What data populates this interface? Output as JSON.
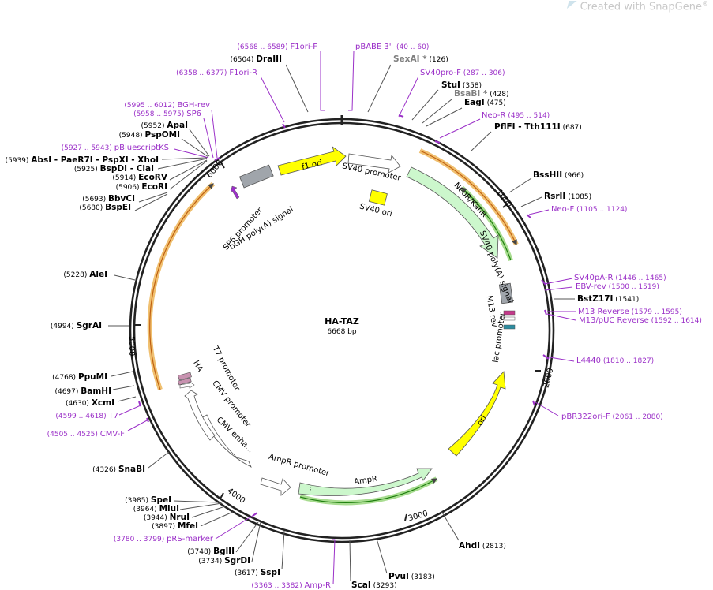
{
  "watermark": {
    "prefix": "Created with ",
    "brand": "SnapGene",
    "reg": "®"
  },
  "plasmid": {
    "name": "HA-TAZ",
    "length_label": "6668 bp",
    "length": 6668
  },
  "ticks": [
    "1000",
    "2000",
    "3000",
    "4000",
    "5000",
    "6000"
  ],
  "colors": {
    "primer": "#9b30c8",
    "enzyme": "#000000",
    "enzyme_gray": "#7f7f7f",
    "ori_yellow": "#ffff00",
    "resistance_green": "#ccf7cc",
    "promoter_white": "#ffffff",
    "polyA_gray": "#a0a5ab",
    "orf_orange": "#f0a030",
    "orf_green": "#60c040"
  },
  "labels": [
    {
      "pos": "(6568 .. 6589)",
      "name": "F1ori-F",
      "kind": "primer"
    },
    {
      "pos": "",
      "name": "pBABE 3'",
      "kind": "primer_name"
    },
    {
      "pos": "(40 .. 60)",
      "name": "",
      "kind": "primer"
    },
    {
      "pos": "(6504)",
      "name": "DraIII",
      "kind": "enzyme"
    },
    {
      "pos": "(126)",
      "name": "SexAI *",
      "kind": "enzyme_gray"
    },
    {
      "pos": "(6358 .. 6377)",
      "name": "F1ori-R",
      "kind": "primer"
    },
    {
      "pos": "(287 .. 306)",
      "name": "SV40pro-F",
      "kind": "primer"
    },
    {
      "pos": "(358)",
      "name": "StuI",
      "kind": "enzyme"
    },
    {
      "pos": "(428)",
      "name": "BsaBI *",
      "kind": "enzyme_gray"
    },
    {
      "pos": "(475)",
      "name": "EagI",
      "kind": "enzyme"
    },
    {
      "pos": "(495 .. 514)",
      "name": "Neo-R",
      "kind": "primer"
    },
    {
      "pos": "(687)",
      "name": "PflFI - Tth111I",
      "kind": "enzyme"
    },
    {
      "pos": "(5995 .. 6012)",
      "name": "BGH-rev",
      "kind": "primer"
    },
    {
      "pos": "(5958 .. 5975)",
      "name": "SP6",
      "kind": "primer"
    },
    {
      "pos": "(5952)",
      "name": "ApaI",
      "kind": "enzyme"
    },
    {
      "pos": "(5948)",
      "name": "PspOMI",
      "kind": "enzyme"
    },
    {
      "pos": "(5927 .. 5943)",
      "name": "pBluescriptKS",
      "kind": "primer"
    },
    {
      "pos": "(5939)",
      "name": "AbsI - PaeR7I - PspXI - XhoI",
      "kind": "enzyme"
    },
    {
      "pos": "(5925)",
      "name": "BspDI - ClaI",
      "kind": "enzyme"
    },
    {
      "pos": "(5914)",
      "name": "EcoRV",
      "kind": "enzyme"
    },
    {
      "pos": "(5906)",
      "name": "EcoRI",
      "kind": "enzyme"
    },
    {
      "pos": "(5693)",
      "name": "BbvCI",
      "kind": "enzyme"
    },
    {
      "pos": "(5680)",
      "name": "BspEI",
      "kind": "enzyme"
    },
    {
      "pos": "(966)",
      "name": "BssHII",
      "kind": "enzyme"
    },
    {
      "pos": "(1085)",
      "name": "RsrII",
      "kind": "enzyme"
    },
    {
      "pos": "(1105 .. 1124)",
      "name": "Neo-F",
      "kind": "primer"
    },
    {
      "pos": "(5228)",
      "name": "AleI",
      "kind": "enzyme"
    },
    {
      "pos": "(1446 .. 1465)",
      "name": "SV40pA-R",
      "kind": "primer"
    },
    {
      "pos": "(1500 .. 1519)",
      "name": "EBV-rev",
      "kind": "primer"
    },
    {
      "pos": "(1541)",
      "name": "BstZ17I",
      "kind": "enzyme"
    },
    {
      "pos": "(1579 .. 1595)",
      "name": "M13 Reverse",
      "kind": "primer"
    },
    {
      "pos": "(1592 .. 1614)",
      "name": "M13/pUC Reverse",
      "kind": "primer"
    },
    {
      "pos": "(4994)",
      "name": "SgrAI",
      "kind": "enzyme"
    },
    {
      "pos": "(1810 .. 1827)",
      "name": "L4440",
      "kind": "primer"
    },
    {
      "pos": "(4768)",
      "name": "PpuMI",
      "kind": "enzyme"
    },
    {
      "pos": "(4697)",
      "name": "BamHI",
      "kind": "enzyme"
    },
    {
      "pos": "(4630)",
      "name": "XcmI",
      "kind": "enzyme"
    },
    {
      "pos": "(4599 .. 4618)",
      "name": "T7",
      "kind": "primer"
    },
    {
      "pos": "(2061 .. 2080)",
      "name": "pBR322ori-F",
      "kind": "primer"
    },
    {
      "pos": "(4505 .. 4525)",
      "name": "CMV-F",
      "kind": "primer"
    },
    {
      "pos": "(4326)",
      "name": "SnaBI",
      "kind": "enzyme"
    },
    {
      "pos": "(3985)",
      "name": "SpeI",
      "kind": "enzyme"
    },
    {
      "pos": "(3964)",
      "name": "MluI",
      "kind": "enzyme"
    },
    {
      "pos": "(3944)",
      "name": "NruI",
      "kind": "enzyme"
    },
    {
      "pos": "(3897)",
      "name": "MfeI",
      "kind": "enzyme"
    },
    {
      "pos": "(3780 .. 3799)",
      "name": "pRS-marker",
      "kind": "primer"
    },
    {
      "pos": "(3748)",
      "name": "BglII",
      "kind": "enzyme"
    },
    {
      "pos": "(3734)",
      "name": "SgrDI",
      "kind": "enzyme"
    },
    {
      "pos": "(3617)",
      "name": "SspI",
      "kind": "enzyme"
    },
    {
      "pos": "(3363 .. 3382)",
      "name": "Amp-R",
      "kind": "primer"
    },
    {
      "pos": "(3293)",
      "name": "ScaI",
      "kind": "enzyme"
    },
    {
      "pos": "(3183)",
      "name": "PvuI",
      "kind": "enzyme"
    },
    {
      "pos": "(2813)",
      "name": "AhdI",
      "kind": "enzyme"
    }
  ],
  "features": [
    {
      "name": "f1 ori",
      "type": "ori"
    },
    {
      "name": "SV40 promoter",
      "type": "promoter"
    },
    {
      "name": "SV40 ori",
      "type": "ori"
    },
    {
      "name": "NeoR/KanR",
      "type": "resistance"
    },
    {
      "name": "SV40 poly(A) signal",
      "type": "terminator"
    },
    {
      "name": "M13 rev",
      "type": "primer_bind"
    },
    {
      "name": "lac promoter",
      "type": "promoter"
    },
    {
      "name": "ori",
      "type": "ori"
    },
    {
      "name": "AmpR",
      "type": "resistance"
    },
    {
      "name": "AmpR promoter",
      "type": "promoter"
    },
    {
      "name": "CMV enha...",
      "type": "enhancer"
    },
    {
      "name": "CMV promoter",
      "type": "promoter"
    },
    {
      "name": "HA",
      "type": "tag"
    },
    {
      "name": "T7 promoter",
      "type": "promoter"
    },
    {
      "name": "bGH poly(A) signal",
      "type": "terminator"
    },
    {
      "name": "SP6 promoter",
      "type": "promoter"
    }
  ]
}
